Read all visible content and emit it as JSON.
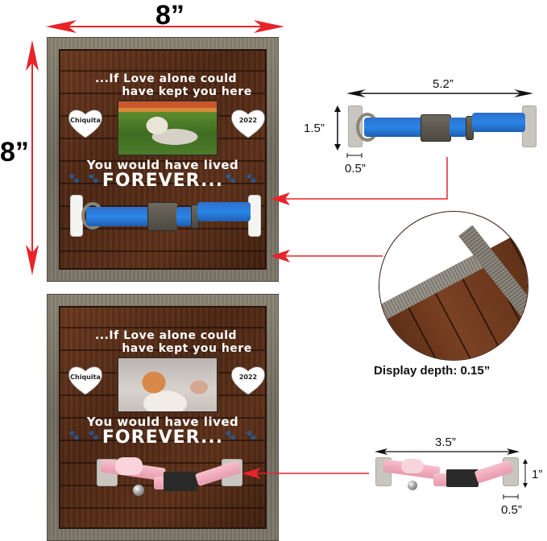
{
  "dimensions": {
    "width_label": "8”",
    "height_label": "8”",
    "arrow_color": "#e8232a"
  },
  "frames": [
    {
      "name": "dog-frame",
      "quote_line1": "...If Love alone could",
      "quote_line2": "have kept you here",
      "quote_line3": "You would have lived",
      "quote_line4": "FOREVER...",
      "left_heart": "Chiquita",
      "right_heart": "2022",
      "photo_subject": "yorkshire terrier on grass",
      "collar_color": "#2b86e6",
      "collar_type": "blue dog collar"
    },
    {
      "name": "cat-frame",
      "quote_line1": "...If Love alone could",
      "quote_line2": "have kept you here",
      "quote_line3": "You would have lived",
      "quote_line4": "FOREVER...",
      "left_heart": "Chiquita",
      "right_heart": "2022",
      "photo_subject": "orange and white exotic cat",
      "collar_color": "#f0b0c0",
      "collar_type": "pink cat collar with bell"
    }
  ],
  "blue_collar_spec": {
    "width": "5.2”",
    "height": "1.5”",
    "hanger_width": "0.5”"
  },
  "depth_detail": {
    "label": "Display depth: 0.15”"
  },
  "pink_collar_spec": {
    "width": "3.5”",
    "height": "1”",
    "hanger_width": "0.5”"
  },
  "icons": {
    "paw": "🐾",
    "heart": "heart-shape"
  }
}
